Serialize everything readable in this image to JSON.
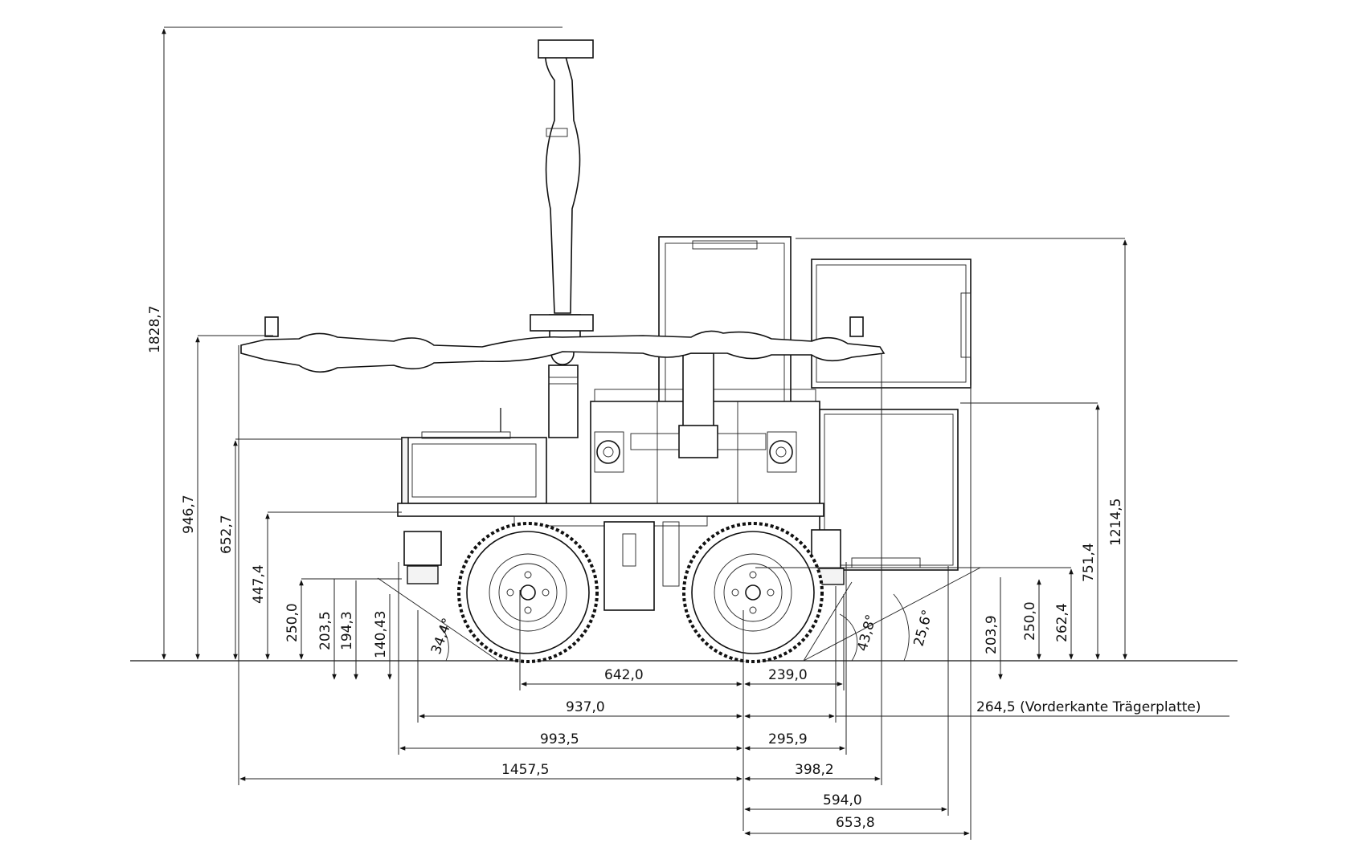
{
  "drawing": {
    "ground_label": "",
    "vertical_dims_left": [
      "1828,7",
      "946,7",
      "652,7",
      "447,4",
      "250,0",
      "203,5",
      "194,3",
      "140,43"
    ],
    "vertical_dims_right": [
      "203,9",
      "250,0",
      "262,4",
      "751,4",
      "1214,5"
    ],
    "angles": [
      "34,4°",
      "43,8°",
      "25,6°"
    ],
    "horizontal_dims": {
      "d642": "642,0",
      "d239": "239,0",
      "d937": "937,0",
      "d264": "264,5 (Vorderkante Trägerplatte)",
      "d993": "993,5",
      "d295": "295,9",
      "d1457": "1457,5",
      "d398": "398,2",
      "d594": "594,0",
      "d653": "653,8"
    }
  }
}
